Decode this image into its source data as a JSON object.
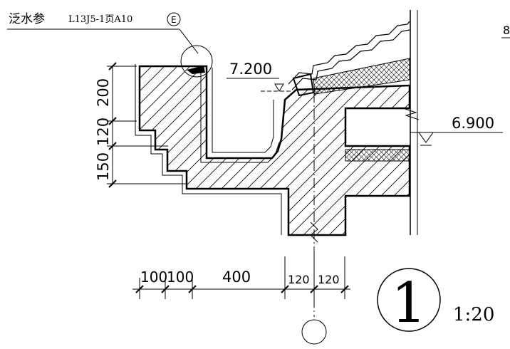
{
  "note": {
    "prefix": "泛水参",
    "ref": "L13J5-1页A10",
    "circle_letter": "E"
  },
  "elevations": {
    "upper": "7.200",
    "lower": "6.900"
  },
  "vertical_dims": [
    "200",
    "120",
    "150"
  ],
  "horizontal_dims": [
    "100",
    "100",
    "400",
    "120",
    "120"
  ],
  "detail": {
    "number": "1",
    "scale": "1:20"
  },
  "corner_text": "8"
}
